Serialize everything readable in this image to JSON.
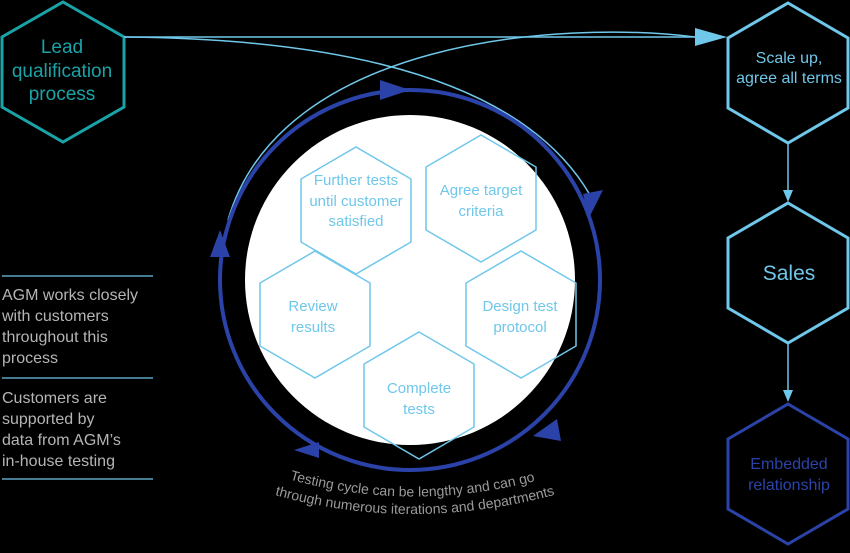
{
  "colors": {
    "background": "#000000",
    "teal": "#1aa3a7",
    "light_blue": "#6fc7ea",
    "dark_blue": "#2b43a8",
    "circle_fill": "#ffffff",
    "caption_gray": "#9a9a9a",
    "note_text": "#b5b5b5",
    "note_rule": "#6fc7ea"
  },
  "lead": {
    "line1": "Lead",
    "line2": "qualification",
    "line3": "process"
  },
  "right_column": {
    "scale": {
      "line1": "Scale up,",
      "line2": "agree all terms"
    },
    "sales": {
      "label": "Sales"
    },
    "embedded": {
      "line1": "Embedded",
      "line2": "relationship"
    }
  },
  "cycle_steps": {
    "further": {
      "line1": "Further tests",
      "line2": "until customer",
      "line3": "satisfied"
    },
    "agree": {
      "line1": "Agree target",
      "line2": "criteria"
    },
    "review": {
      "line1": "Review",
      "line2": "results"
    },
    "design": {
      "line1": "Design test",
      "line2": "protocol"
    },
    "complete": {
      "line1": "Complete",
      "line2": "tests"
    }
  },
  "notes": {
    "note1": {
      "line1": "AGM works closely",
      "line2": "with customers",
      "line3": "throughout this",
      "line4": "process"
    },
    "note2": {
      "line1": "Customers are",
      "line2": "supported by",
      "line3": "data from AGM’s",
      "line4": "in-house testing"
    }
  },
  "caption": {
    "line1": "Testing cycle can be lengthy and can go",
    "line2": "through numerous iterations and departments"
  }
}
